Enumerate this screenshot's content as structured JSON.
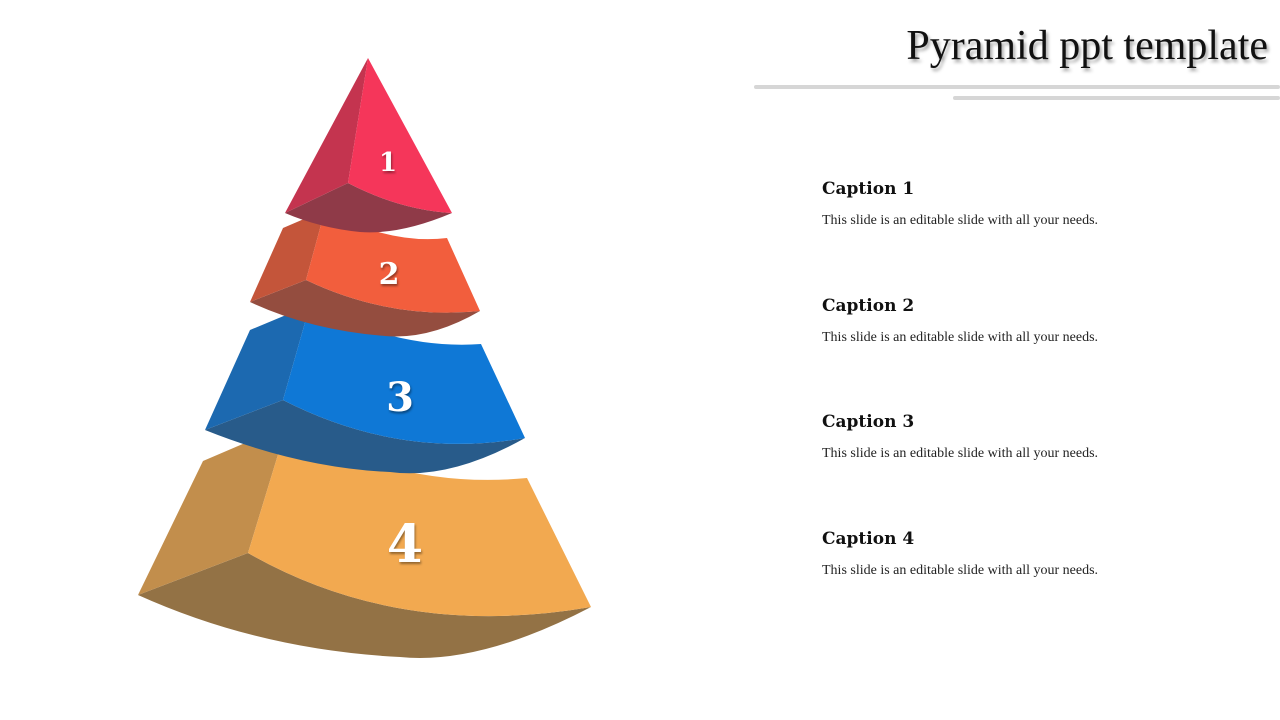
{
  "title": "Pyramid ppt template",
  "tiers": [
    {
      "number": "1",
      "front": "#f5365a",
      "side": "#c4344f",
      "bottom": "#8f3a48"
    },
    {
      "number": "2",
      "front": "#f25e3d",
      "side": "#c4553a",
      "bottom": "#944d3f"
    },
    {
      "number": "3",
      "front": "#0f78d6",
      "side": "#1c69b0",
      "bottom": "#285b8a"
    },
    {
      "number": "4",
      "front": "#f2a950",
      "side": "#c28e4c",
      "bottom": "#937245"
    }
  ],
  "captions": [
    {
      "heading": "Caption 1",
      "text": "This slide is an editable slide with all your needs."
    },
    {
      "heading": "Caption 2",
      "text": "This slide is an editable slide with all your needs."
    },
    {
      "heading": "Caption 3",
      "text": "This slide is an editable slide with all your needs."
    },
    {
      "heading": "Caption 4",
      "text": "This slide is an editable slide with all your needs."
    }
  ]
}
